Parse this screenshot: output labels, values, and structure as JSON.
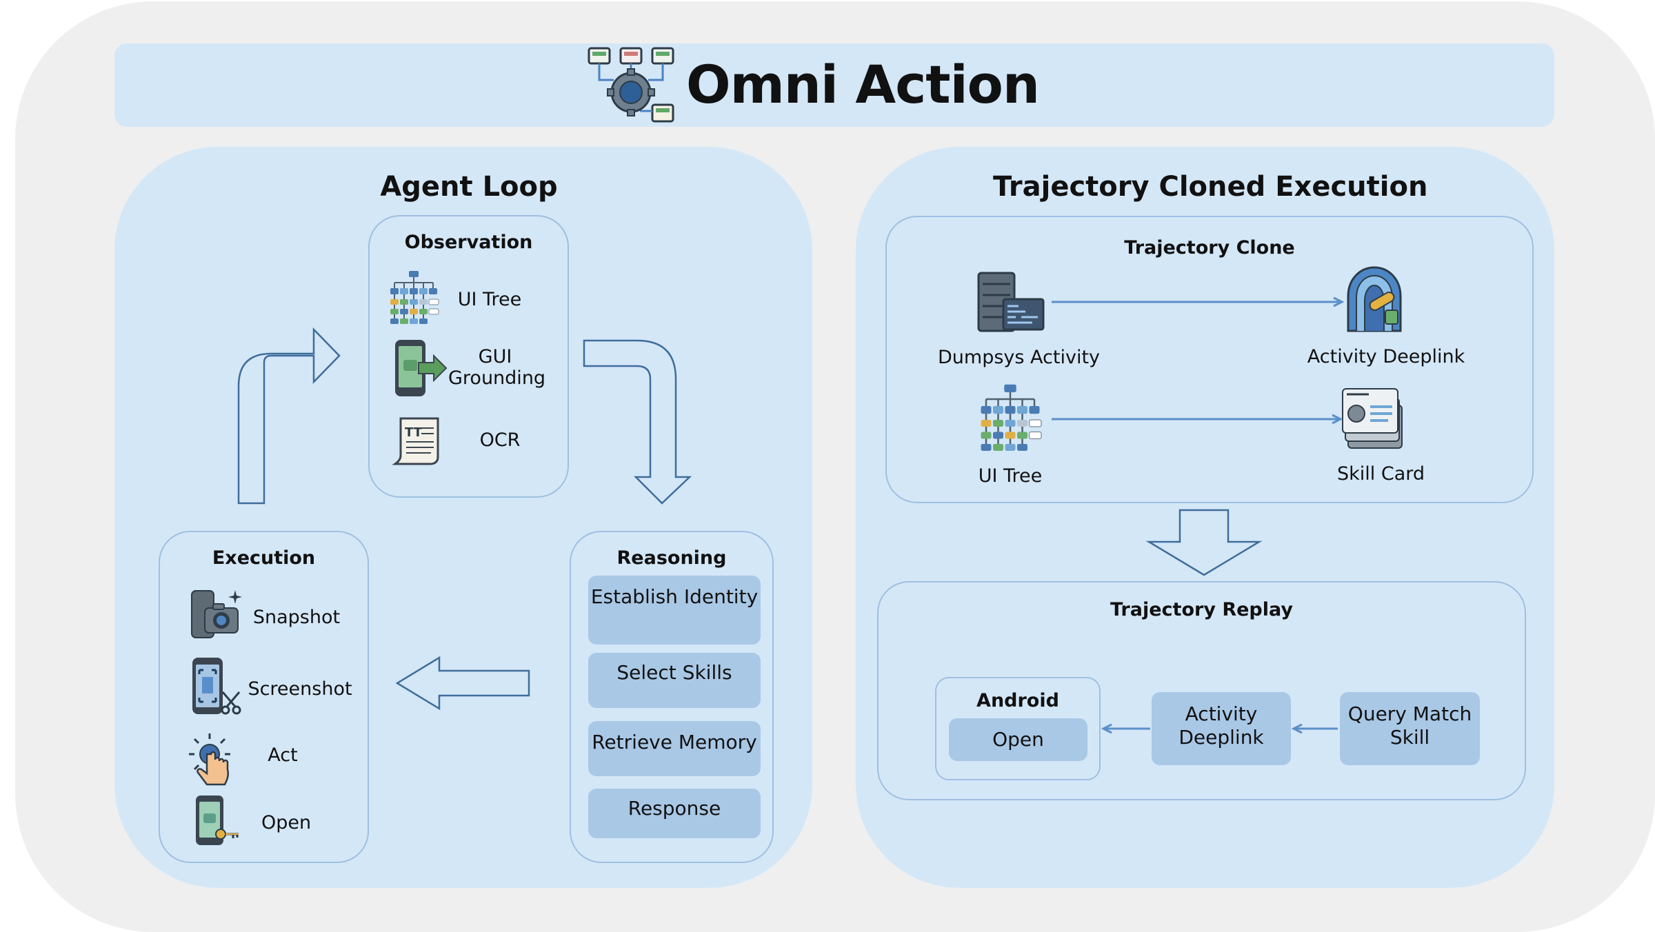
{
  "header": {
    "title": "Omni Action",
    "logo_icon": "gear-network-icon"
  },
  "agent_loop": {
    "title": "Agent Loop",
    "observation": {
      "title": "Observation",
      "items": [
        {
          "label": "UI Tree",
          "icon": "tree-icon"
        },
        {
          "label_line1": "GUI",
          "label_line2": "Grounding",
          "icon": "phone-arrow-icon"
        },
        {
          "label": "OCR",
          "icon": "document-icon"
        }
      ]
    },
    "reasoning": {
      "title": "Reasoning",
      "steps": [
        "Establish Identity",
        "Select Skills",
        "Retrieve Memory",
        "Response"
      ]
    },
    "execution": {
      "title": "Execution",
      "items": [
        {
          "label": "Snapshot",
          "icon": "camera-icon"
        },
        {
          "label": "Screenshot",
          "icon": "phone-scissors-icon"
        },
        {
          "label": "Act",
          "icon": "tap-icon"
        },
        {
          "label": "Open",
          "icon": "phone-key-icon"
        }
      ]
    }
  },
  "trajectory": {
    "title": "Trajectory Cloned Execution",
    "clone": {
      "title": "Trajectory Clone",
      "rows": [
        {
          "from": "Dumpsys Activity",
          "to": "Activity Deeplink"
        },
        {
          "from": "UI Tree",
          "to": "Skill Card"
        }
      ]
    },
    "replay": {
      "title": "Trajectory Replay",
      "android": {
        "title": "Android",
        "action": "Open"
      },
      "deeplink": {
        "line1": "Activity",
        "line2": "Deeplink"
      },
      "query": {
        "line1": "Query Match",
        "line2": "Skill"
      }
    }
  },
  "colors": {
    "background": "#efefef",
    "panel": "#d4e7f7",
    "pill": "#a9c8e6",
    "border": "#9fbfe0",
    "arrow": "#5b8fc8",
    "outline_arrow": "#3f6d9c"
  }
}
